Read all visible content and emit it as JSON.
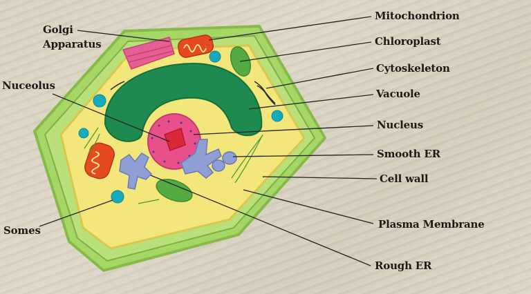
{
  "diagram": {
    "subject": "Plant cell model",
    "colors": {
      "background": "#d9d2c1",
      "cell_wall": "#9bd15a",
      "cytoplasm": "#f2e46a",
      "vacuole": "#1d8a4e",
      "nucleus": "#e8508a",
      "nucleolus": "#d8283a",
      "mitochondrion": "#e24a20",
      "golgi": "#e0588a",
      "chloroplast": "#4ea83c",
      "er": "#8f9fd6",
      "somes": "#17aabb",
      "label_text": "#1d1a16",
      "leader_line": "#222222"
    },
    "labels": [
      {
        "id": "golgi",
        "text": "Golgi\nApparatus",
        "side": "left"
      },
      {
        "id": "nucleolus",
        "text": "Nuceolus",
        "side": "left"
      },
      {
        "id": "somes",
        "text": "Somes",
        "side": "left"
      },
      {
        "id": "mitochondrion",
        "text": "Mitochondrion",
        "side": "right"
      },
      {
        "id": "chloroplast",
        "text": "Chloroplast",
        "side": "right"
      },
      {
        "id": "cytoskeleton",
        "text": "Cytoskeleton",
        "side": "right"
      },
      {
        "id": "vacuole",
        "text": "Vacuole",
        "side": "right"
      },
      {
        "id": "nucleus",
        "text": "Nucleus",
        "side": "right"
      },
      {
        "id": "smooth_er",
        "text": "Smooth ER",
        "side": "right"
      },
      {
        "id": "cell_wall",
        "text": "Cell wall",
        "side": "right"
      },
      {
        "id": "plasma_membrane",
        "text": "Plasma Membrane",
        "side": "right"
      },
      {
        "id": "rough_er",
        "text": "Rough ER",
        "side": "right"
      }
    ]
  }
}
